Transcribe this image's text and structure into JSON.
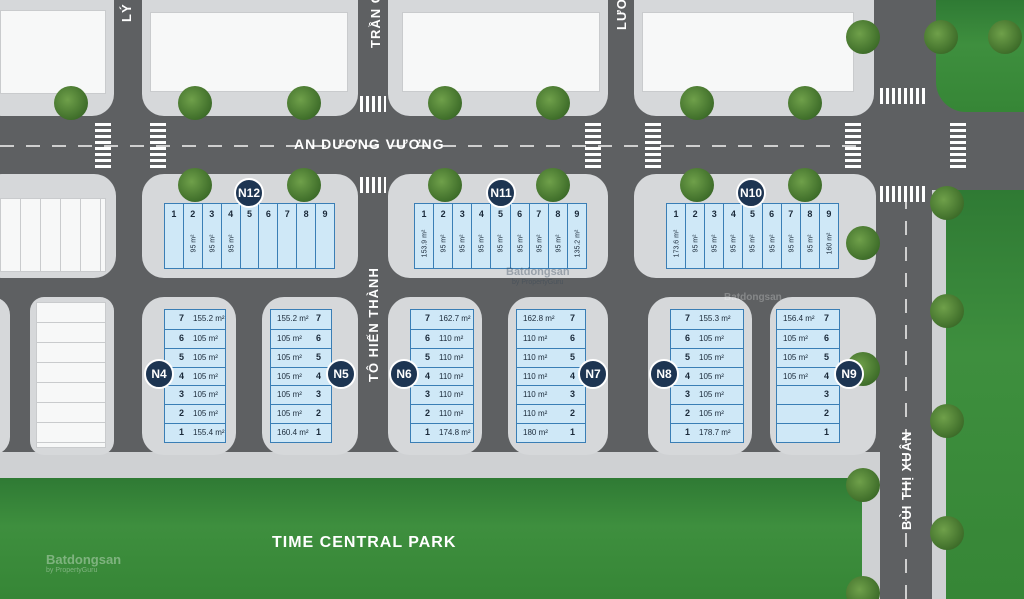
{
  "streets": {
    "an_duong_vuong": "AN DƯƠNG VƯƠNG",
    "to_hien_thanh": "TÔ HIẾN THÀNH",
    "bui_thi_xuan": "BÙI THỊ XUÂN",
    "tran_partial": "TRẦN C",
    "ly_partial": "LÝ",
    "luong_partial": "LƯƠN"
  },
  "park": {
    "label": "TIME CENTRAL PARK"
  },
  "watermark": {
    "brand": "Batdongsan",
    "sub": "by PropertyGuru"
  },
  "colors": {
    "lot_fill": "#cfe8f7",
    "lot_border": "#3a7eb5",
    "badge": "#1d3552",
    "park": "#368636",
    "road": "#5e6062"
  },
  "top_blocks": [
    {
      "id": "N12",
      "numbers": [
        "1",
        "2",
        "3",
        "4",
        "5",
        "6",
        "7",
        "8",
        "9"
      ],
      "areas": [
        "",
        "95 m²",
        "95 m²",
        "95 m²",
        "",
        "",
        "",
        "",
        ""
      ]
    },
    {
      "id": "N11",
      "numbers": [
        "1",
        "2",
        "3",
        "4",
        "5",
        "6",
        "7",
        "8",
        "9"
      ],
      "areas": [
        "153.9 m²",
        "95 m²",
        "95 m²",
        "95 m²",
        "95 m²",
        "95 m²",
        "95 m²",
        "95 m²",
        "135.2 m²"
      ]
    },
    {
      "id": "N10",
      "numbers": [
        "1",
        "2",
        "3",
        "4",
        "5",
        "6",
        "7",
        "8",
        "9"
      ],
      "areas": [
        "173.6 m²",
        "95 m²",
        "95 m²",
        "95 m²",
        "95 m²",
        "95 m²",
        "95 m²",
        "95 m²",
        "160 m²"
      ]
    }
  ],
  "row_blocks": [
    {
      "id": "N4",
      "rows": [
        [
          "7",
          "155.2 m²"
        ],
        [
          "6",
          "105 m²"
        ],
        [
          "5",
          "105 m²"
        ],
        [
          "4",
          "105 m²"
        ],
        [
          "3",
          "105 m²"
        ],
        [
          "2",
          "105 m²"
        ],
        [
          "1",
          "155.4 m²"
        ]
      ]
    },
    {
      "id": "N5",
      "rows": [
        [
          "7",
          "155.2 m²"
        ],
        [
          "6",
          "105 m²"
        ],
        [
          "5",
          "105 m²"
        ],
        [
          "4",
          "105 m²"
        ],
        [
          "3",
          "105 m²"
        ],
        [
          "2",
          "105 m²"
        ],
        [
          "1",
          "160.4 m²"
        ]
      ]
    },
    {
      "id": "N6",
      "rows": [
        [
          "7",
          "162.7 m²"
        ],
        [
          "6",
          "110 m²"
        ],
        [
          "5",
          "110 m²"
        ],
        [
          "4",
          "110 m²"
        ],
        [
          "3",
          "110 m²"
        ],
        [
          "2",
          "110 m²"
        ],
        [
          "1",
          "174.8 m²"
        ]
      ]
    },
    {
      "id": "N7",
      "rows": [
        [
          "7",
          "162.8 m²"
        ],
        [
          "6",
          "110 m²"
        ],
        [
          "5",
          "110 m²"
        ],
        [
          "4",
          "110 m²"
        ],
        [
          "3",
          "110 m²"
        ],
        [
          "2",
          "110 m²"
        ],
        [
          "1",
          "180 m²"
        ]
      ]
    },
    {
      "id": "N8",
      "rows": [
        [
          "7",
          "155.3 m²"
        ],
        [
          "6",
          "105 m²"
        ],
        [
          "5",
          "105 m²"
        ],
        [
          "4",
          "105 m²"
        ],
        [
          "3",
          "105 m²"
        ],
        [
          "2",
          "105 m²"
        ],
        [
          "1",
          "178.7 m²"
        ]
      ]
    },
    {
      "id": "N9",
      "rows": [
        [
          "7",
          "156.4 m²"
        ],
        [
          "6",
          "105 m²"
        ],
        [
          "5",
          "105 m²"
        ],
        [
          "4",
          "105 m²"
        ],
        [
          "3",
          ""
        ],
        [
          "2",
          ""
        ],
        [
          "1",
          ""
        ]
      ]
    }
  ]
}
